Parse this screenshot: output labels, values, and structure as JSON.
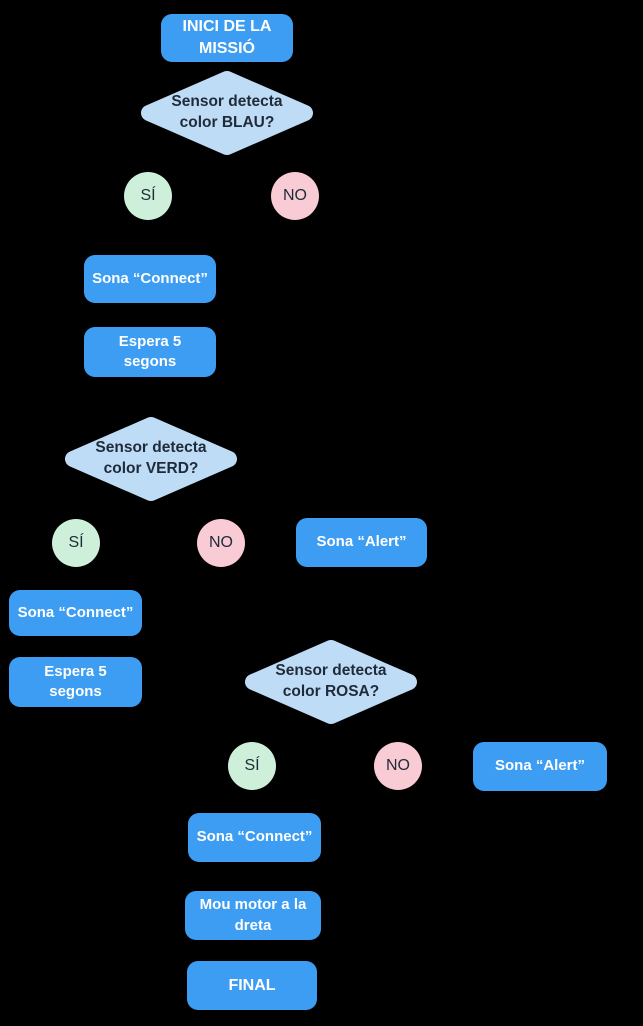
{
  "colors": {
    "background": "#000000",
    "action_fill": "#3d9df2",
    "decision_fill": "#bfdcf7",
    "yes_fill": "#cef0da",
    "no_fill": "#f8cbd5",
    "action_text": "#ffffff",
    "dark_text": "#1f2b38"
  },
  "flowchart": {
    "nodes": {
      "start": {
        "label": "INICI DE LA\nMISSIÓ"
      },
      "decision_blau": {
        "label": "Sensor detecta\ncolor BLAU?"
      },
      "yes_blau": {
        "label": "SÍ"
      },
      "no_blau": {
        "label": "NO"
      },
      "sona_connect_1": {
        "label": "Sona “Connect”"
      },
      "espera_1": {
        "label": "Espera 5\nsegons"
      },
      "decision_verd": {
        "label": "Sensor detecta\ncolor VERD?"
      },
      "yes_verd": {
        "label": "SÍ"
      },
      "no_verd": {
        "label": "NO"
      },
      "sona_alert_1": {
        "label": "Sona “Alert”"
      },
      "sona_connect_2": {
        "label": "Sona “Connect”"
      },
      "espera_2": {
        "label": "Espera 5\nsegons"
      },
      "decision_rosa": {
        "label": "Sensor detecta\ncolor ROSA?"
      },
      "yes_rosa": {
        "label": "SÍ"
      },
      "no_rosa": {
        "label": "NO"
      },
      "sona_alert_2": {
        "label": "Sona “Alert”"
      },
      "sona_connect_3": {
        "label": "Sona “Connect”"
      },
      "mou_motor": {
        "label": "Mou motor a la\ndreta"
      },
      "final": {
        "label": "FINAL"
      }
    }
  }
}
